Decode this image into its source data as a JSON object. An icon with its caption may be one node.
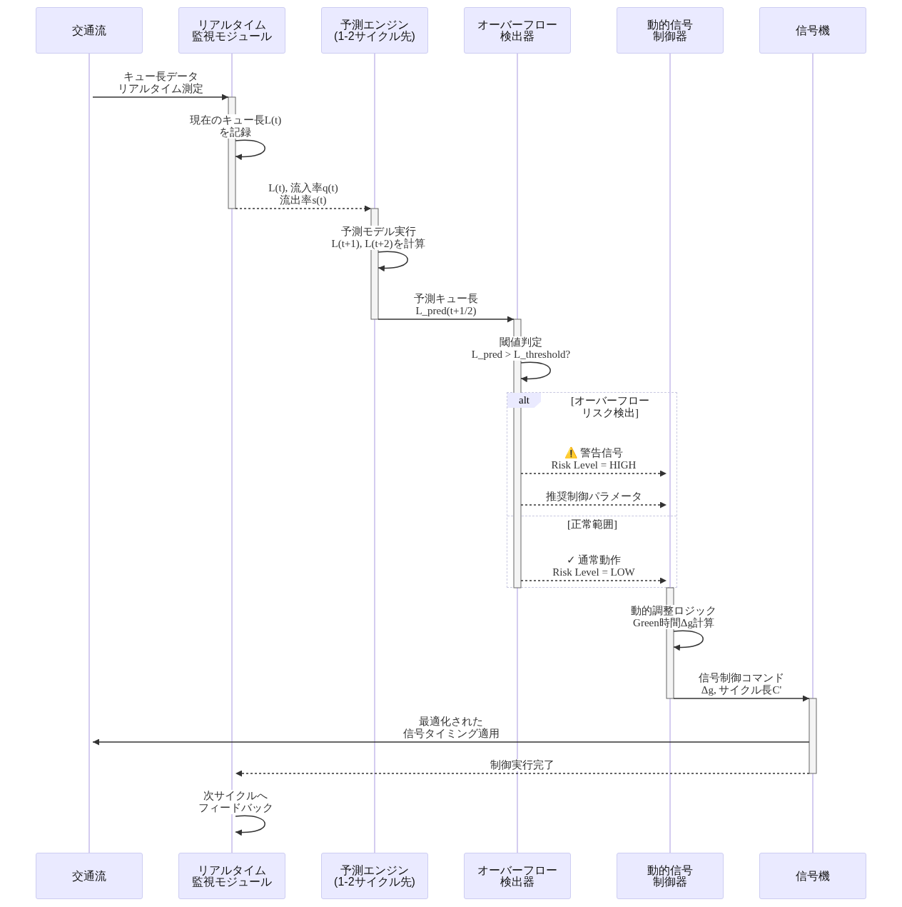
{
  "diagram": {
    "nodes": [
      {
        "text": [
          "交通流"
        ]
      },
      {
        "text": [
          "リアルタイム監視モジュール"
        ]
      },
      {
        "text": [
          "予測エンジン (1-2サイクル先)"
        ]
      },
      {
        "text": [
          "オーバーフロー検出器"
        ]
      },
      {
        "text": [
          "動的信号制御器"
        ]
      },
      {
        "text": [
          "信号機"
        ]
      },
      {
        "text": [
          "交通流"
        ]
      },
      {
        "text": [
          "リアルタイム監視モジュール"
        ]
      },
      {
        "text": [
          "予測エンジン (1-2サイクル先)"
        ]
      },
      {
        "text": [
          "オーバーフロー検出器"
        ]
      },
      {
        "text": [
          "動的信号制御器"
        ]
      },
      {
        "text": [
          "信号機"
        ]
      },
      {
        "text": [
          "alt"
        ]
      },
      {
        "text": [],
        "shape": "line"
      },
      {
        "text": [],
        "shape": "line"
      },
      {
        "text": [],
        "shape": "line"
      },
      {
        "text": [],
        "shape": "line"
      },
      {
        "text": [],
        "shape": "line"
      },
      {
        "text": [],
        "shape": "line"
      }
    ],
    "edges": [
      {
        "from": 13,
        "to": 14,
        "arrow": "to",
        "label": "キュー長データリアルタイム測定"
      },
      {
        "from": 14,
        "to": 14,
        "arrow": "to",
        "label": "現在のキュー長L(t) を記録"
      },
      {
        "from": 14,
        "to": 15,
        "arrow": "to",
        "label": "L(t), 流入率q(t) 流出率s(t)",
        "style": "dashed"
      },
      {
        "from": 15,
        "to": 15,
        "arrow": "to",
        "label": "予測モデル実行 L(t+1), L(t+2)を計算"
      },
      {
        "from": 15,
        "to": 16,
        "arrow": "to",
        "label": "予測キュー長 L_pred(t+1/2)"
      },
      {
        "from": 16,
        "to": 16,
        "arrow": "to",
        "label": "閾値判定 L_pred > L_threshold?"
      },
      {
        "from": 16,
        "to": 17,
        "arrow": "to",
        "label": "⚠️ 警告信号 Risk Level = HIGH",
        "style": "dashed"
      },
      {
        "from": 16,
        "to": 17,
        "arrow": "to",
        "label": "推奨制御パラメータ",
        "style": "dashed"
      },
      {
        "from": 16,
        "to": 17,
        "arrow": "to",
        "label": "✓ 通常動作 Risk Level = LOW",
        "style": "dashed"
      },
      {
        "from": 17,
        "to": 17,
        "arrow": "to",
        "label": "動的調整ロジック Green時間Δg計算"
      },
      {
        "from": 17,
        "to": 18,
        "arrow": "to",
        "label": "信号制御コマンド Δg, サイクル長C'"
      },
      {
        "from": 18,
        "to": 13,
        "arrow": "to",
        "label": "最適化された信号タイミング適用"
      },
      {
        "from": 18,
        "to": 14,
        "arrow": "to",
        "label": "制御実行完了",
        "style": "dashed"
      },
      {
        "from": 14,
        "to": 14,
        "arrow": "to",
        "label": "次サイクルへフィードバック"
      }
    ],
    "labels": [
      "[オーバーフローリスク検出]",
      "[正常範囲]"
    ]
  }
}
